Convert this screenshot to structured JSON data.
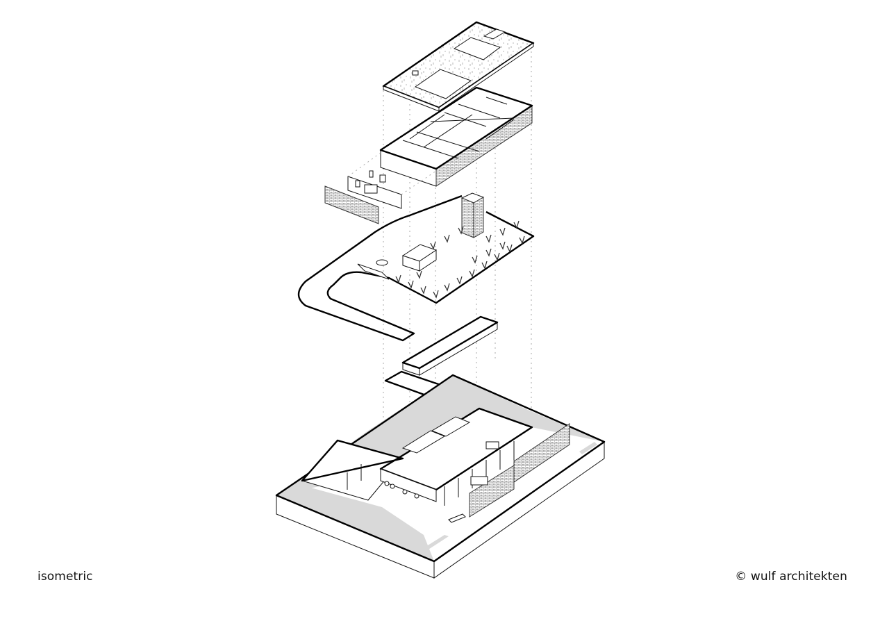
{
  "diagram": {
    "type": "exploded isometric architectural drawing",
    "layers": [
      {
        "id": "roof",
        "label": "green roof slab with skylight openings"
      },
      {
        "id": "upper-floor",
        "label": "upper floor plan with brick facade"
      },
      {
        "id": "facade-panels",
        "label": "exploded facade panels"
      },
      {
        "id": "ground-landscape",
        "label": "landscape level with trees, tower and ramp"
      },
      {
        "id": "mezzanine",
        "label": "mezzanine strip elements"
      },
      {
        "id": "base",
        "label": "ground floor / site base with vehicles"
      }
    ]
  },
  "captions": {
    "left": "isometric",
    "right": "© wulf architekten"
  }
}
